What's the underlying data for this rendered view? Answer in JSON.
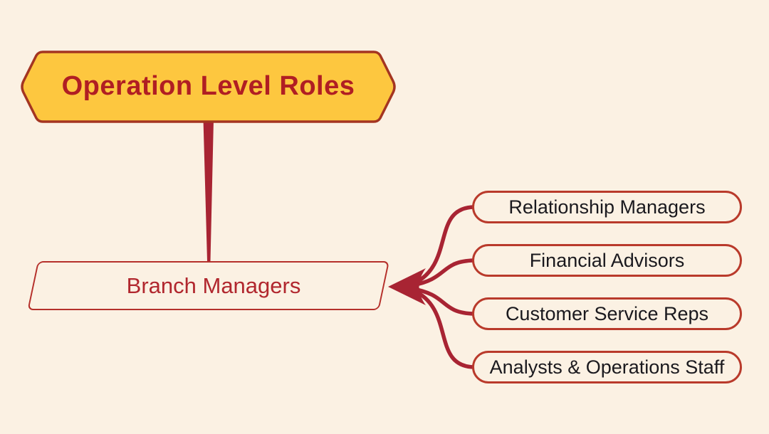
{
  "diagram": {
    "type": "mindmap",
    "title_node": {
      "label": "Operation Level Roles",
      "shape": "hexagon"
    },
    "root_node": {
      "label": "Branch Managers",
      "shape": "parallelogram"
    },
    "child_nodes": [
      {
        "label": "Relationship Managers"
      },
      {
        "label": "Financial Advisors"
      },
      {
        "label": "Customer Service Reps"
      },
      {
        "label": "Analysts & Operations Staff"
      }
    ],
    "connectors": {
      "trunk": "title-to-root vertical tapered line",
      "fan": "root-to-children curved lines with left arrowhead"
    },
    "colors": {
      "background": "#fbf1e3",
      "title_fill": "#fdc73f",
      "title_border": "#a43521",
      "title_text": "#b01e23",
      "connector": "#a82433",
      "node_border": "#b93a2b",
      "node_text": "#1a191e",
      "root_border": "#b5302b",
      "root_text": "#b1272e"
    }
  }
}
